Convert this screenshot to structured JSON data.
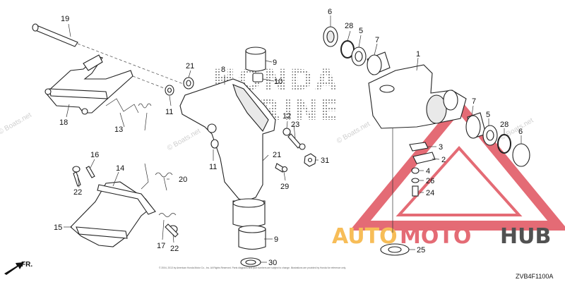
{
  "diagram": {
    "code": "ZVB4F1100A",
    "direction": "FR.",
    "copyright": "© 2004, 2013 by American Honda Motor Co., Inc.  All Rights Reserved. Parts diagrams and part numbers are subject to change. Illustrations are provided by Honda for reference only.",
    "watermarks": [
      "© Boats.net",
      "© Boats.net",
      "© Boats.net",
      "© Boats.net"
    ],
    "logo": {
      "brand_text": "HONDA MARINE",
      "overlay_text_auto": "AUTO",
      "overlay_text_moto": "MOTO",
      "overlay_text_hub": "HUB"
    },
    "colors": {
      "overlay_orange": "#f6b23c",
      "overlay_red": "#e0525d",
      "overlay_dark": "#333333",
      "line": "#222222"
    },
    "callouts": [
      "19",
      "18",
      "13",
      "21",
      "11",
      "8",
      "9",
      "10",
      "12",
      "23",
      "21",
      "11",
      "31",
      "29",
      "6",
      "28",
      "5",
      "7",
      "1",
      "7",
      "5",
      "28",
      "6",
      "3",
      "2",
      "4",
      "26",
      "24",
      "9",
      "30",
      "25",
      "16",
      "22",
      "14",
      "20",
      "15",
      "17",
      "22"
    ]
  }
}
